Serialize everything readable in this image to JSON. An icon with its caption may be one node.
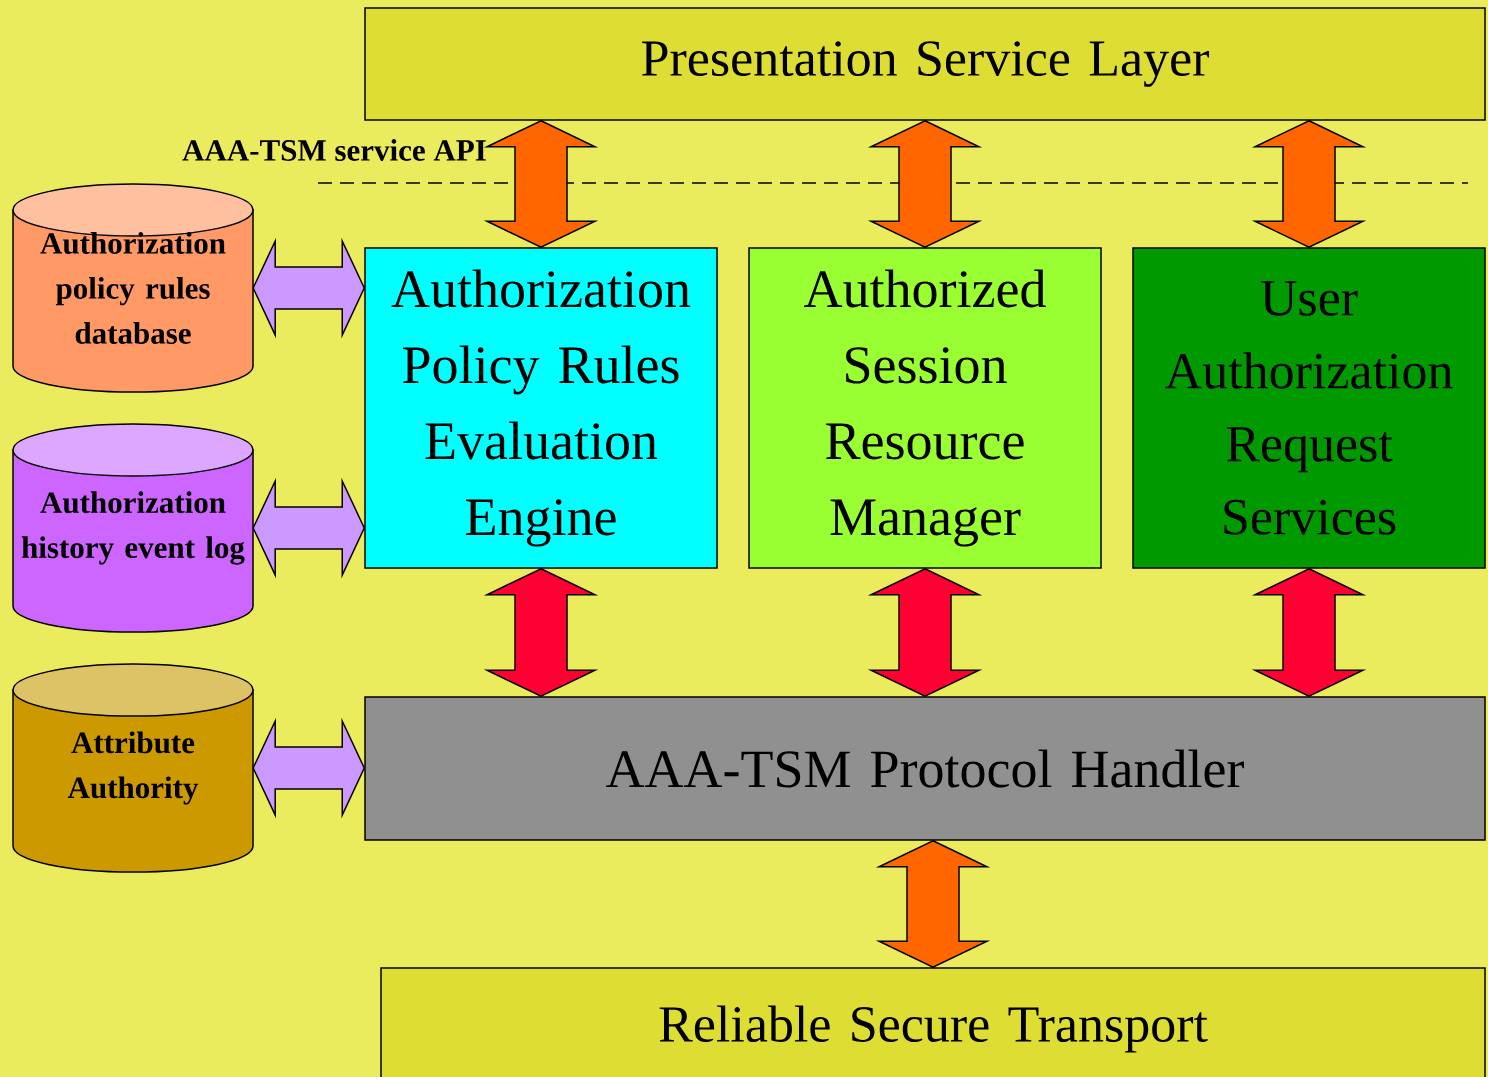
{
  "diagram": {
    "nodes": [
      {
        "text": [
          "Presentation Service Layer"
        ]
      },
      {
        "text": [
          "Authorization policy rules database"
        ]
      },
      {
        "text": [
          "Authorization history event log"
        ]
      },
      {
        "text": [
          "Attribute Authority"
        ]
      },
      {
        "text": [
          "Authorization Policy Rules Evaluation Engine"
        ]
      },
      {
        "text": [
          "Authorized Session Resource Manager"
        ]
      },
      {
        "text": [
          "User Authorization Request Services"
        ]
      },
      {
        "text": [
          "AAA-TSM Protocol Handler"
        ]
      },
      {
        "text": [
          "Reliable Secure Transport"
        ]
      }
    ],
    "edges": [
      {
        "from": 0,
        "to": 4,
        "arrow": "both"
      },
      {
        "from": 0,
        "to": 5,
        "arrow": "both"
      },
      {
        "from": 0,
        "to": 6,
        "arrow": "both"
      },
      {
        "from": 1,
        "to": 4,
        "arrow": "both",
        "color": "#cc99ff"
      },
      {
        "from": 2,
        "to": 4,
        "arrow": "both",
        "color": "#cc99ff"
      },
      {
        "from": 4,
        "to": 7,
        "arrow": "both",
        "color": "#ff0033"
      },
      {
        "from": 5,
        "to": 7,
        "arrow": "both",
        "color": "#ff0033"
      },
      {
        "from": 6,
        "to": 7,
        "arrow": "both",
        "color": "#ff0033"
      },
      {
        "from": 3,
        "to": 7,
        "arrow": "both",
        "color": "#cc99ff"
      },
      {
        "from": 7,
        "to": 8,
        "arrow": "both"
      }
    ],
    "labels": [
      "AAA-TSM service API"
    ]
  }
}
